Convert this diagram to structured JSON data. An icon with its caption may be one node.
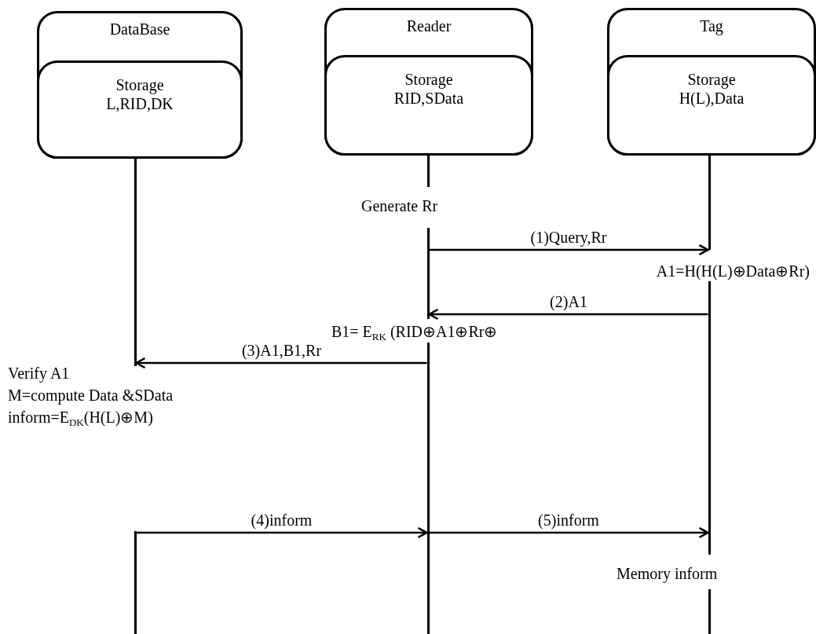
{
  "diagram": {
    "nodes": [
      {
        "text": [
          "DataBase"
        ]
      },
      {
        "text": [
          "Storage",
          "L,RID,DK"
        ],
        "in": 0
      },
      {
        "text": [
          "Reader"
        ]
      },
      {
        "text": [
          "Storage",
          "RID,SData"
        ],
        "in": 2
      },
      {
        "text": [
          "Tag"
        ]
      },
      {
        "text": [
          "Storage",
          "H(L),Data"
        ],
        "in": 4
      },
      {
        "text": [],
        "shape": "line"
      },
      {
        "text": [],
        "shape": "line"
      },
      {
        "text": [],
        "shape": "line"
      }
    ],
    "edges": [
      {
        "from": 7,
        "to": 8,
        "arrow": "to",
        "label": "(1)Query,Rr"
      },
      {
        "from": 8,
        "to": 7,
        "arrow": "to",
        "label": "(2)A1"
      },
      {
        "from": 7,
        "to": 6,
        "arrow": "to",
        "label": "(3)A1,B1,Rr"
      },
      {
        "from": 6,
        "to": 7,
        "arrow": "to",
        "label": "(4)inform"
      },
      {
        "from": 7,
        "to": 8,
        "arrow": "to",
        "label": "(5)inform"
      }
    ],
    "labels": [
      "Generate Rr",
      "A1=H(H(L)⊕Data⊕Rr)",
      "B1= E$_{RK}$ (RID⊕A1⊕Rr⊕",
      "Verify  A1",
      "M=compute Data &SData",
      "inform=E$_{DK}$(H(L)⊕M)",
      "Memory inform"
    ]
  }
}
